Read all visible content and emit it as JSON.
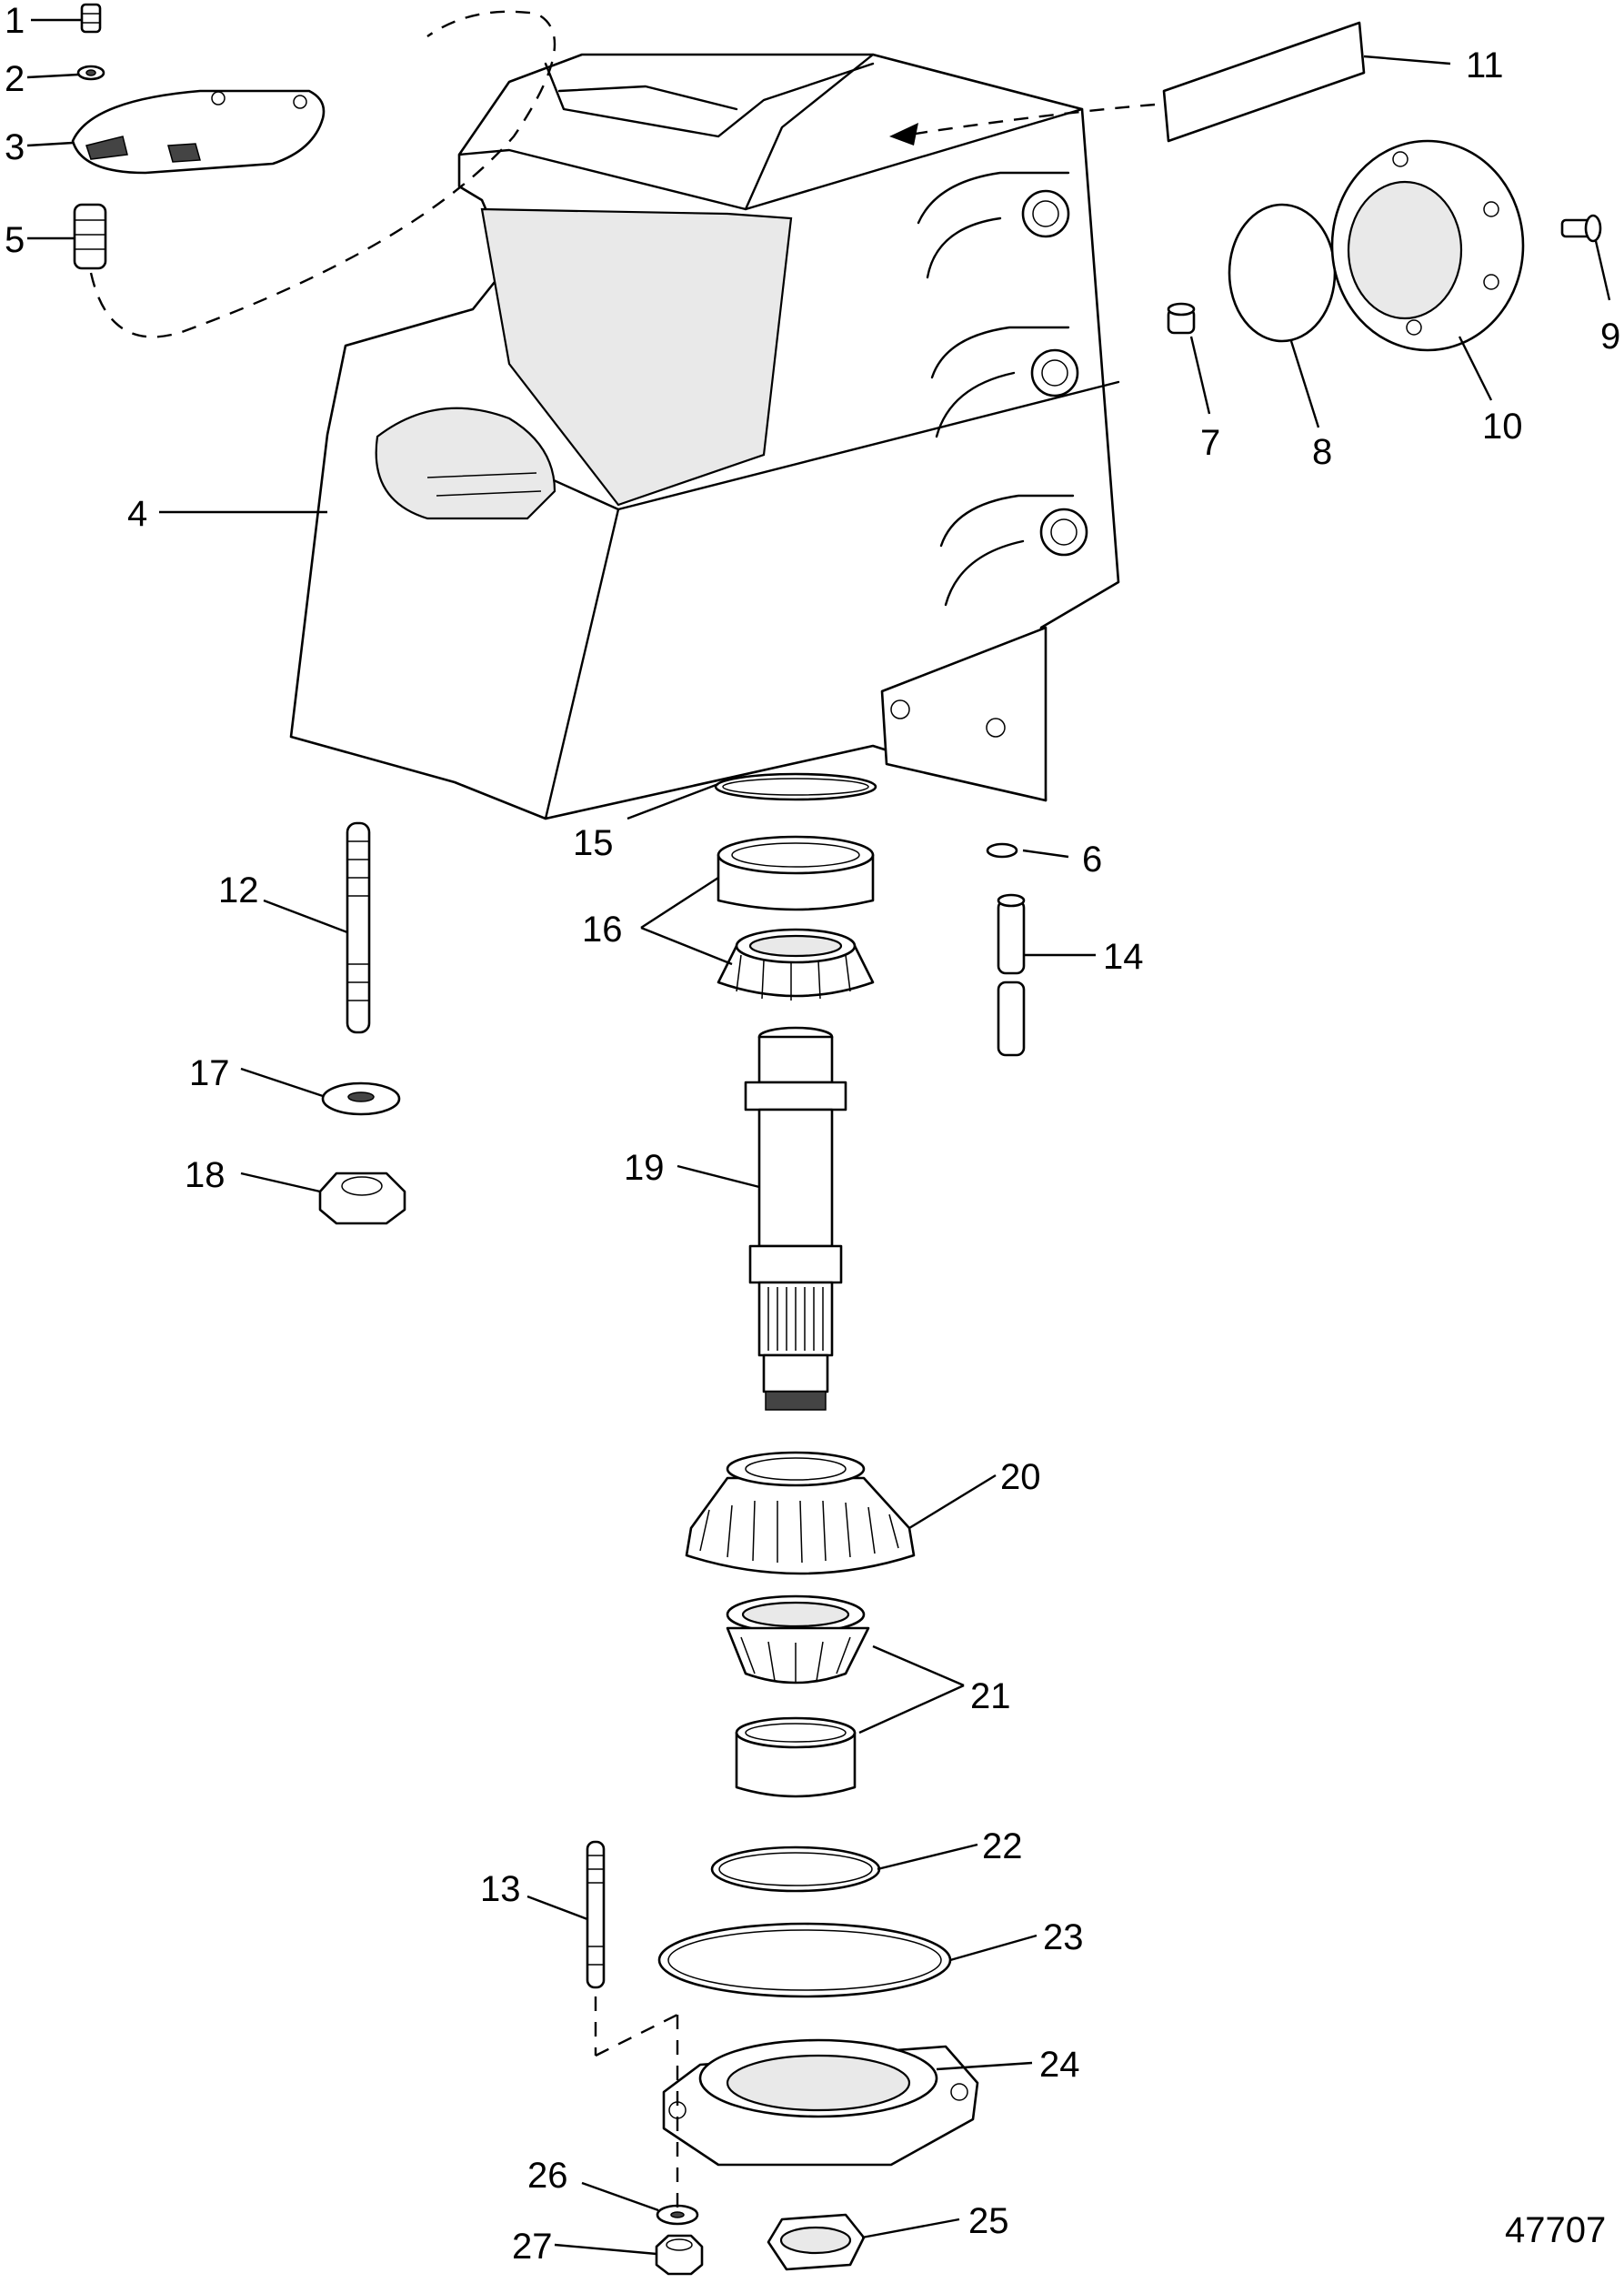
{
  "figure_number": "47707",
  "callouts": [
    {
      "id": "c1",
      "label": "1"
    },
    {
      "id": "c2",
      "label": "2"
    },
    {
      "id": "c3",
      "label": "3"
    },
    {
      "id": "c5",
      "label": "5"
    },
    {
      "id": "c4",
      "label": "4"
    },
    {
      "id": "c11",
      "label": "11"
    },
    {
      "id": "c7",
      "label": "7"
    },
    {
      "id": "c8",
      "label": "8"
    },
    {
      "id": "c10",
      "label": "10"
    },
    {
      "id": "c9",
      "label": "9"
    },
    {
      "id": "c15",
      "label": "15"
    },
    {
      "id": "c6",
      "label": "6"
    },
    {
      "id": "c12",
      "label": "12"
    },
    {
      "id": "c16",
      "label": "16"
    },
    {
      "id": "c14",
      "label": "14"
    },
    {
      "id": "c17",
      "label": "17"
    },
    {
      "id": "c18",
      "label": "18"
    },
    {
      "id": "c19",
      "label": "19"
    },
    {
      "id": "c20",
      "label": "20"
    },
    {
      "id": "c21",
      "label": "21"
    },
    {
      "id": "c22",
      "label": "22"
    },
    {
      "id": "c13",
      "label": "13"
    },
    {
      "id": "c23",
      "label": "23"
    },
    {
      "id": "c24",
      "label": "24"
    },
    {
      "id": "c26",
      "label": "26"
    },
    {
      "id": "c25",
      "label": "25"
    },
    {
      "id": "c27",
      "label": "27"
    }
  ]
}
